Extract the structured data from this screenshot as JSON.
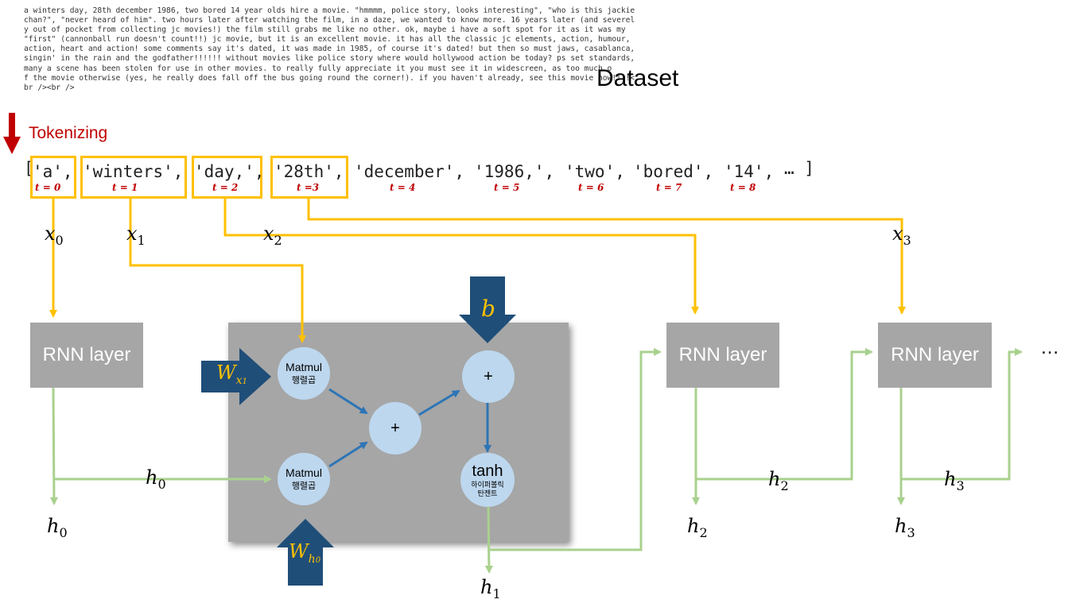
{
  "dataset": {
    "text": "a winters day, 28th december 1986, two bored 14 year olds hire a movie. \"hmmmm, police story, looks interesting\", \"who is this jackie\nchan?\", \"never heard of him\". two hours later after watching the film, in a daze, we wanted to know more. 16 years later (and severel\ny out of pocket from collecting jc movies!) the film still grabs me like no other. ok, maybe i have a soft spot for it as it was my\n\"first\" (cannonball run doesn't count!!) jc movie, but it is an excellent movie. it has all the classic jc elements, action, humour,\naction, heart and action! some comments say it's dated, it was made in 1985, of course it's dated! but then so must jaws, casablanca,\nsingin' in the rain and the godfather!!!!!! without movies like police story where would hollywood action be today? ps set standards,\nmany a scene has been stolen for use in other movies. to really fully appreciate it you must see it in widescreen, as too much o\nf the movie otherwise (yes, he really does fall off the bus going round the corner!). if you haven't already, see this movie now!!!!<\nbr /><br />",
    "title": "Dataset"
  },
  "tokenizing_label": "Tokenizing",
  "tokens": {
    "open_bracket": "[",
    "items": [
      {
        "text": "'a',",
        "t": "t = 0",
        "boxed": true
      },
      {
        "text": "'winters',",
        "t": "t = 1",
        "boxed": true
      },
      {
        "text": "'day,',",
        "t": "t = 2",
        "boxed": true
      },
      {
        "text": "'28th',",
        "t": "t =3",
        "boxed": true
      },
      {
        "text": "'december',",
        "t": "t = 4",
        "boxed": false
      },
      {
        "text": "'1986,',",
        "t": "t = 5",
        "boxed": false
      },
      {
        "text": "'two',",
        "t": "t = 6",
        "boxed": false
      },
      {
        "text": "'bored',",
        "t": "t = 7",
        "boxed": false
      },
      {
        "text": "'14',",
        "t": "t = 8",
        "boxed": false
      }
    ],
    "ellipsis": "… ]"
  },
  "inputs": {
    "x0": {
      "base": "x",
      "sub": "0"
    },
    "x1": {
      "base": "x",
      "sub": "1"
    },
    "x2": {
      "base": "x",
      "sub": "2"
    },
    "x3": {
      "base": "x",
      "sub": "3"
    }
  },
  "rnn_layers": [
    "RNN layer",
    "RNN layer",
    "RNN layer"
  ],
  "trailing_dots": "…",
  "inner": {
    "matmul_top": {
      "main": "Matmul",
      "sub": "행렬곱"
    },
    "matmul_bottom": {
      "main": "Matmul",
      "sub": "행렬곱"
    },
    "plus_mid": "+",
    "plus_top": "+",
    "tanh": {
      "main": "tanh",
      "sub1": "하이퍼볼릭",
      "sub2": "탄젠트"
    },
    "bias": "b",
    "wx": {
      "base": "W",
      "sub": "x",
      "subsub": "1"
    },
    "wh": {
      "base": "W",
      "sub": "h",
      "subsub": "0"
    }
  },
  "hidden": {
    "h0_line": {
      "base": "h",
      "sub": "0"
    },
    "h0_out": {
      "base": "h",
      "sub": "0"
    },
    "h1_out": {
      "base": "h",
      "sub": "1"
    },
    "h2_line": {
      "base": "h",
      "sub": "2"
    },
    "h2_out": {
      "base": "h",
      "sub": "2"
    },
    "h3_line": {
      "base": "h",
      "sub": "3"
    },
    "h3_out": {
      "base": "h",
      "sub": "3"
    }
  },
  "colors": {
    "token_box": "#ffc000",
    "time_step": "#c00000",
    "tokenize_arrow": "#c00000",
    "hidden_arrow": "#a9d18e",
    "inner_arrow": "#2e75b6",
    "weight_arrow": "#1f4e79",
    "node_fill": "#bdd7ee",
    "layer_fill": "#a6a6a6"
  }
}
